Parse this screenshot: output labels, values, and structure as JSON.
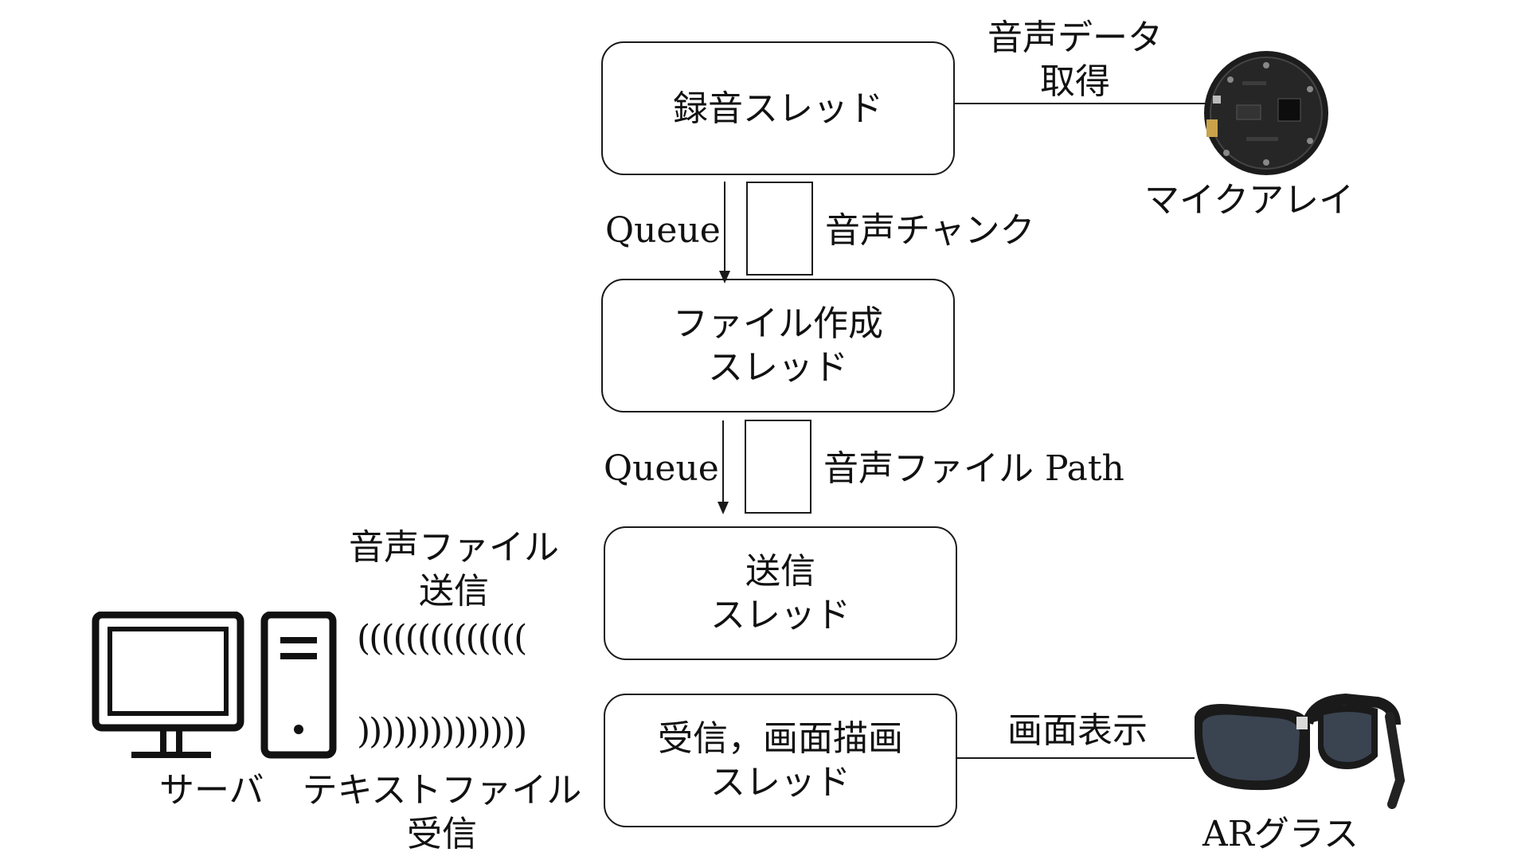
{
  "threads": {
    "record": "録音スレッド",
    "file_create_line1": "ファイル作成",
    "file_create_line2": "スレッド",
    "send_line1": "送信",
    "send_line2": "スレッド",
    "recv_line1": "受信，画面描画",
    "recv_line2": "スレッド"
  },
  "queues": {
    "q1_label": "Queue",
    "q1_item": "音声チャンク",
    "q2_label": "Queue",
    "q2_item": "音声ファイル Path"
  },
  "labels": {
    "audio_get_line1": "音声データ",
    "audio_get_line2": "取得",
    "mic_array": "マイクアレイ",
    "send_audio_line1": "音声ファイル",
    "send_audio_line2": "送信",
    "recv_text_line1": "テキストファイル",
    "recv_text_line2": "受信",
    "server": "サーバ",
    "screen_display": "画面表示",
    "ar_glasses": "ARグラス"
  },
  "waves": {
    "outgoing": "((((((((((((((",
    "incoming": "))))))))))))))"
  },
  "icons": {
    "mic": "mic-array-board-icon",
    "server": "server-computer-icon",
    "glasses": "ar-glasses-icon"
  }
}
